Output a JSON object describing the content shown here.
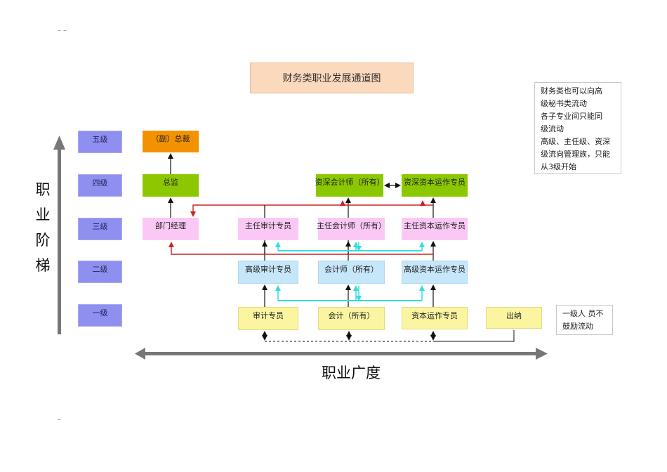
{
  "title": "财务类职业发展通道图",
  "corner_marks": {
    "top": "– –",
    "bottom": "–"
  },
  "levels": [
    "五级",
    "四级",
    "三级",
    "二级",
    "一级"
  ],
  "nodes": {
    "vice_president": "（副）总裁",
    "director": "总监",
    "dept_manager": "部门经理",
    "senior_accountant_all": "资深会计师（所有）",
    "senior_capital_specialist": "资深资本运作专员",
    "chief_audit": "主任审计专员",
    "chief_accountant": "主任会计师（所有）",
    "chief_capital": "主任资本运作专员",
    "senior_audit": "高级审计专员",
    "accountant_all": "会计师（所有）",
    "senior_capital": "高级资本运作专员",
    "audit": "审计专员",
    "accounting_all": "会计（所有）",
    "capital": "资本运作专员",
    "cashier": "出纳"
  },
  "notes": {
    "top_right": "财务类也可以向高\n级秘书类流动\n各子专业间只能同\n级流动\n高级、主任级、资深\n级流向管理族，只能\n从3级开始",
    "cashier_note": "一级人 员不\n鼓励流动"
  },
  "axis": {
    "vertical_label": "职业阶梯",
    "horizontal_label": "职业广度"
  },
  "colors": {
    "level": "#8f8ff0",
    "management_top": "#f39200",
    "management": "#8cc800",
    "level3": "#fbc8f5",
    "level2": "#c6e6f9",
    "level1": "#fbf5a1",
    "arrow_up": "#111111",
    "arrow_cross": "#33dddd",
    "arrow_mgmt": "#cc2222",
    "axis": "#777777"
  }
}
